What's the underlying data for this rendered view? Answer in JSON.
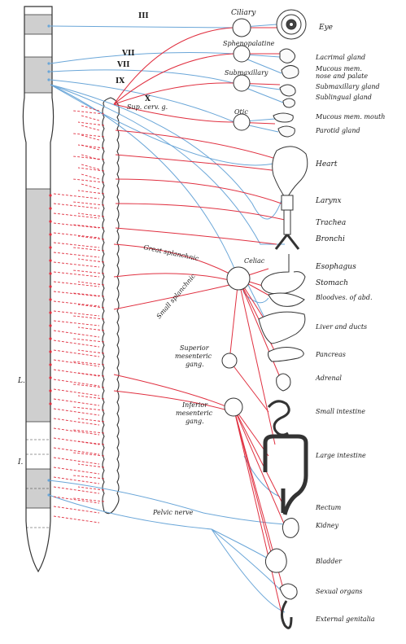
{
  "colors": {
    "sympathetic": "#e03040",
    "parasympathetic": "#6aa6d8",
    "outline": "#333333",
    "shade": "#cfcfcf"
  },
  "cranial_nerves": [
    "III",
    "VII",
    "VII",
    "IX",
    "X"
  ],
  "ganglia": {
    "ciliary": "Ciliary",
    "sphenopalatine": "Sphenopalatine",
    "submaxillary": "Submaxillary",
    "otic": "Otic",
    "sup_cerv": "Sup. cerv. g.",
    "celiac": "Celiac",
    "superior_mesenteric": [
      "Superior",
      "mesenteric",
      "gang."
    ],
    "inferior_mesenteric": [
      "Inferior",
      "mesenteric",
      "gang."
    ]
  },
  "nerves": {
    "great_splanchnic": "Great splanchnic",
    "small_splanchnic": "Small splanchnic",
    "pelvic": "Pelvic nerve"
  },
  "cord_markers": {
    "lumbar": "L.",
    "sacral": "I."
  },
  "organs": {
    "eye": "Eye",
    "lacrimal": "Lacrimal gland",
    "mucous_nose": [
      "Mucous mem.",
      "nose and palate"
    ],
    "submaxillary_gland": "Submaxillary gland",
    "sublingual": "Sublingual gland",
    "mucous_mouth": "Mucous mem. mouth",
    "parotid": "Parotid gland",
    "heart": "Heart",
    "larynx": "Larynx",
    "trachea": "Trachea",
    "bronchi": "Bronchi",
    "esophagus": "Esophagus",
    "stomach": "Stomach",
    "bloodves": "Bloodves. of abd.",
    "liver": "Liver and ducts",
    "pancreas": "Pancreas",
    "adrenal": "Adrenal",
    "small_intestine": "Small intestine",
    "large_intestine": "Large intestine",
    "rectum": "Rectum",
    "kidney": "Kidney",
    "bladder": "Bladder",
    "sexual": "Sexual organs",
    "genitalia": "External genitalia"
  }
}
